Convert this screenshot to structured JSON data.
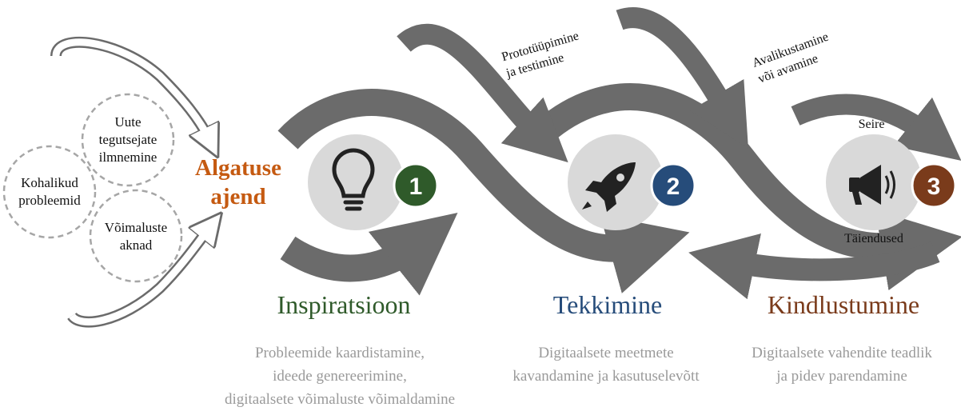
{
  "diagram": {
    "colors": {
      "arrow": "#6b6b6b",
      "circle_bg": "#d9d9d9",
      "driver_text": "#c55a11",
      "phase1": "#2f5a2a",
      "phase2": "#264c7a",
      "phase3": "#7a3b1b",
      "description": "#9a9a9a"
    },
    "sources": [
      {
        "label": "Uute\ntegutsejate\nilmnemine"
      },
      {
        "label": "Kohalikud\nprobleemid"
      },
      {
        "label": "Võimaluste\naknad"
      }
    ],
    "driver": {
      "label": "Algatuse\najend"
    },
    "phases": [
      {
        "number": "1",
        "icon": "lightbulb-icon",
        "title": "Inspiratsioon",
        "description": "Probleemide kaardistamine,\nideede genereerimine,\ndigitaalsete võimaluste võimaldamine"
      },
      {
        "number": "2",
        "icon": "rocket-icon",
        "title": "Tekkimine",
        "description": "Digitaalsete meetmete\nkavandamine ja kasutuselevõtt"
      },
      {
        "number": "3",
        "icon": "megaphone-icon",
        "title": "Kindlustumine",
        "description": "Digitaalsete vahendite teadlik\nja pidev parendamine"
      }
    ],
    "arrow_labels": {
      "prototyping": "Prototüüpimine\nja testimine",
      "publishing": "Avalikustamine\nvõi avamine",
      "monitoring": "Seire",
      "additions": "Täiendused"
    }
  }
}
